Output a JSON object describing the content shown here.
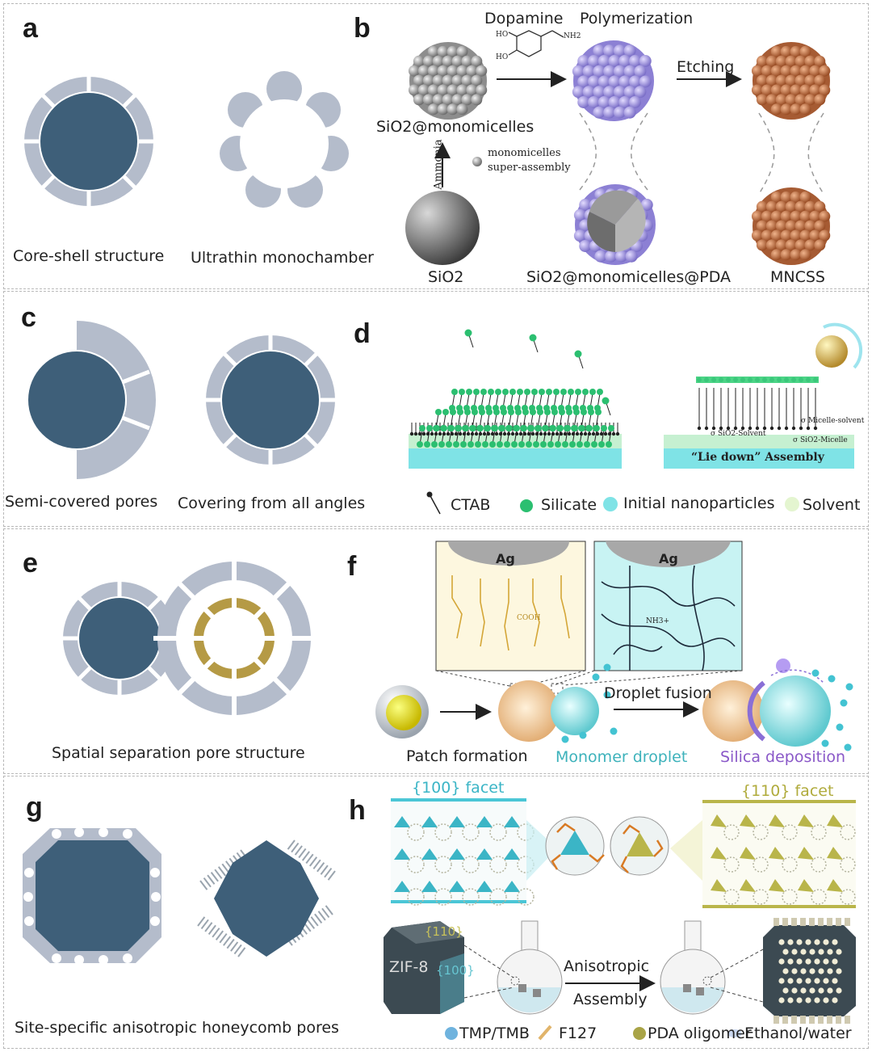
{
  "labels": [
    "a",
    "b",
    "c",
    "d",
    "e",
    "f",
    "g",
    "h"
  ],
  "panel_a": {
    "left_caption": "Core-shell structure",
    "right_caption": "Ultrathin monochamber"
  },
  "panel_b": {
    "dopamine": "Dopamine",
    "polymerization": "Polymerization",
    "etching": "Etching",
    "sio2_monomicelles": "SiO2@monomicelles",
    "ammonia": "Ammonia",
    "super_assembly": [
      "monomicelles",
      "super-assembly"
    ],
    "sio2": "SiO2",
    "sio2_pda": "SiO2@monomicelles@PDA",
    "mncss": "MNCSS",
    "ho1": "HO",
    "ho2": "HO",
    "nh2": "NH2"
  },
  "panel_c": {
    "left_caption": "Semi-covered pores",
    "right_caption": "Covering from all angles"
  },
  "panel_d": {
    "lie_down": "“Lie down” Assembly",
    "sigma_ms": "σ Micelle-solvent",
    "sigma_ss": "σ SiO2-Solvent",
    "sigma_sm": "σ SiO2-Micelle",
    "legend": [
      "CTAB",
      "Silicate",
      "Initial nanoparticles",
      "Solvent"
    ]
  },
  "panel_e": {
    "caption": "Spatial separation pore structure"
  },
  "panel_f": {
    "ag1": "Ag",
    "ag2": "Ag",
    "droplet_fusion": "Droplet fusion",
    "patch_formation": "Patch formation",
    "monomer_droplet": "Monomer droplet",
    "silica_deposition": "Silica deposition",
    "cooh": "COOH",
    "nh3": "NH3+"
  },
  "panel_g": {
    "caption": "Site-specific anisotropic honeycomb pores"
  },
  "panel_h": {
    "facet100": "{100} facet",
    "facet110": "{110} facet",
    "zif8": "ZIF-8",
    "f110": "{110}",
    "f100": "{100}",
    "anisotropic": "Anisotropic",
    "assembly": "Assembly",
    "legend": [
      "TMP/TMB",
      "F127",
      "PDA oligomer",
      "Ethanol/water"
    ]
  },
  "colors": {
    "core": "#3e5f79",
    "shell": "#b4bccb",
    "lavender": "#9d93dc",
    "copper": "#c87a4f",
    "silicate": "#2bbf70",
    "cyan": "#7fe3e6",
    "gold": "#b59a45",
    "olive": "#b9b54a"
  }
}
